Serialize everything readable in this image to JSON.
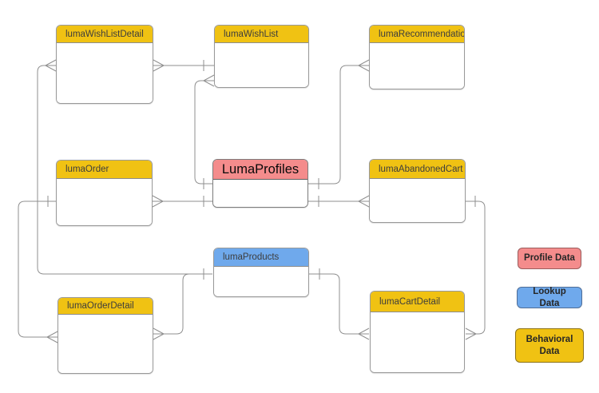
{
  "diagram_type": "entity-relationship-diagram",
  "entities": [
    {
      "label": "lumaWishListDetail",
      "category": "behavioral"
    },
    {
      "label": "lumaWishList",
      "category": "behavioral"
    },
    {
      "label": "lumaRecommendation",
      "category": "behavioral"
    },
    {
      "label": "lumaOrder",
      "category": "behavioral"
    },
    {
      "label": "LumaProfiles",
      "category": "profile"
    },
    {
      "label": "lumaAbandonedCart",
      "category": "behavioral"
    },
    {
      "label": "lumaProducts",
      "category": "lookup"
    },
    {
      "label": "lumaOrderDetail",
      "category": "behavioral"
    },
    {
      "label": "lumaCartDetail",
      "category": "behavioral"
    }
  ],
  "relationships": [
    {
      "one": "lumaWishList",
      "many": "lumaWishListDetail",
      "notation": "crow-foot"
    },
    {
      "one": "LumaProfiles",
      "many": "lumaWishList",
      "notation": "crow-foot"
    },
    {
      "one": "LumaProfiles",
      "many": "lumaOrder",
      "notation": "crow-foot"
    },
    {
      "one": "LumaProfiles",
      "many": "lumaRecommendation",
      "notation": "crow-foot"
    },
    {
      "one": "LumaProfiles",
      "many": "lumaAbandonedCart",
      "notation": "crow-foot"
    },
    {
      "one": "lumaAbandonedCart",
      "many": "lumaCartDetail",
      "notation": "crow-foot"
    },
    {
      "one": "lumaProducts",
      "many": "lumaWishListDetail",
      "notation": "crow-foot"
    },
    {
      "one": "lumaProducts",
      "many": "lumaOrderDetail",
      "notation": "crow-foot"
    },
    {
      "one": "lumaProducts",
      "many": "lumaCartDetail",
      "notation": "crow-foot"
    },
    {
      "one": "lumaOrder",
      "many": "lumaOrderDetail",
      "notation": "crow-foot"
    }
  ],
  "legend": {
    "items": [
      {
        "label": "Profile Data",
        "color": "#F48C8C"
      },
      {
        "label": "Lookup Data",
        "color": "#6FA9EC"
      },
      {
        "label": "Behavioral Data",
        "color": "#F0C213"
      }
    ]
  },
  "colors": {
    "behavioral_header": "#F0C213",
    "lookup_header": "#6FA9EC",
    "profile_header": "#F48C8C",
    "connector": "#8f8f8f",
    "entity_border": "#999999",
    "background": "#ffffff"
  }
}
